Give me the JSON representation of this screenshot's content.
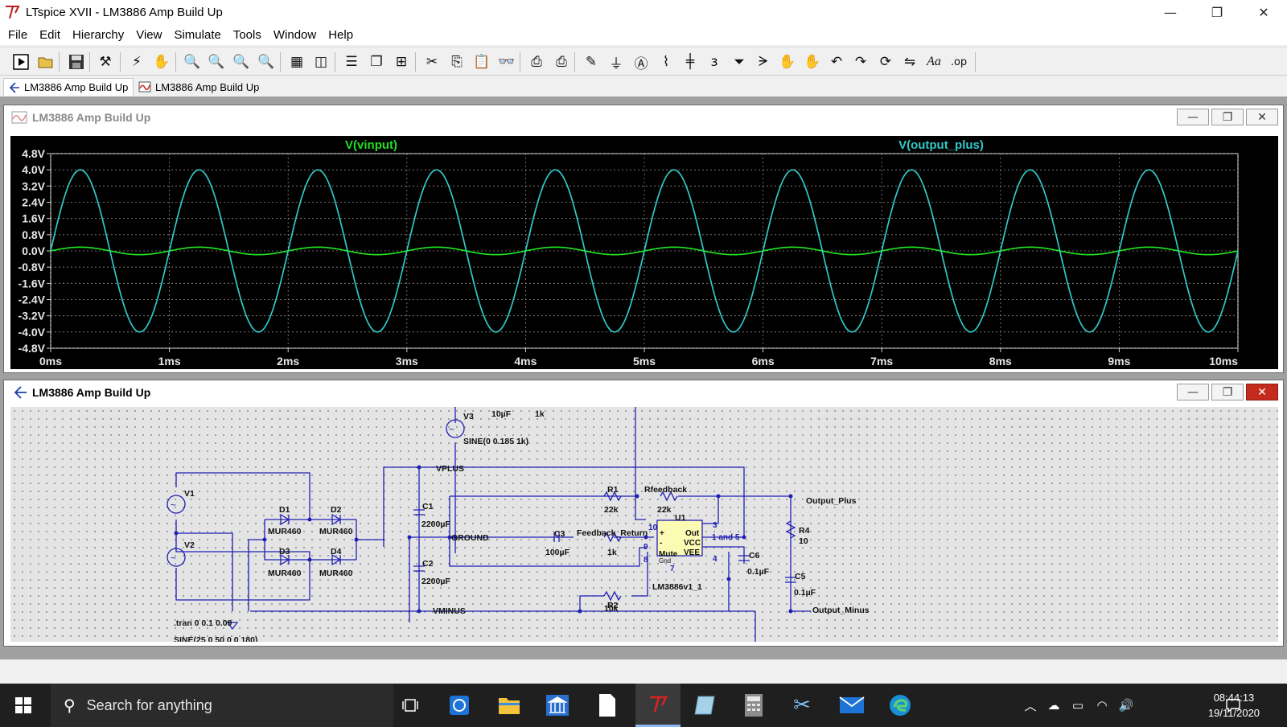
{
  "app": {
    "title": "LTspice XVII - LM3886 Amp Build Up"
  },
  "window_controls": {
    "minimize": "—",
    "restore": "❐",
    "close": "✕"
  },
  "menu": [
    "File",
    "Edit",
    "Hierarchy",
    "View",
    "Simulate",
    "Tools",
    "Window",
    "Help"
  ],
  "toolbar": {
    "icons": [
      "run-icon",
      "open-icon",
      "save-icon",
      "control-panel-icon",
      "run-stop-icon",
      "pan-icon",
      "zoom-in-icon",
      "zoom-area-icon",
      "zoom-out-icon",
      "zoom-fit-icon",
      "autorange-icon",
      "graph-window-icon",
      "tile-horizontal-icon",
      "cascade-icon",
      "tile-icon",
      "cut-icon",
      "copy-icon",
      "paste-icon",
      "find-icon",
      "print-preview-icon",
      "print-icon",
      "draw-wire-icon",
      "ground-icon",
      "label-net-icon",
      "resistor-icon",
      "capacitor-icon",
      "inductor-icon",
      "diode-icon",
      "component-icon",
      "move-icon",
      "drag-icon",
      "undo-icon",
      "redo-icon",
      "rotate-icon",
      "mirror-icon",
      "text-icon",
      "spice-directive-icon"
    ],
    "text_label": "Aa",
    "spice_label": ".op"
  },
  "tabs": [
    {
      "label": "LM3886 Amp Build Up",
      "kind": "schematic",
      "active": true
    },
    {
      "label": "LM3886 Amp Build Up",
      "kind": "waveform",
      "active": false
    }
  ],
  "waveform_window": {
    "title": "LM3886 Amp Build Up",
    "traces": [
      {
        "name": "V(vinput)",
        "color": "#22e022"
      },
      {
        "name": "V(output_plus)",
        "color": "#32c8c8"
      }
    ]
  },
  "chart_data": {
    "type": "line",
    "title": "",
    "xlabel": "",
    "ylabel": "",
    "x_ticks": [
      "0ms",
      "1ms",
      "2ms",
      "3ms",
      "4ms",
      "5ms",
      "6ms",
      "7ms",
      "8ms",
      "9ms",
      "10ms"
    ],
    "y_ticks": [
      "4.8V",
      "4.0V",
      "3.2V",
      "2.4V",
      "1.6V",
      "0.8V",
      "0.0V",
      "-0.8V",
      "-1.6V",
      "-2.4V",
      "-3.2V",
      "-4.0V",
      "-4.8V"
    ],
    "xlim_ms": [
      0,
      10
    ],
    "ylim_V": [
      -4.8,
      4.8
    ],
    "grid": true,
    "legend": "top",
    "background": "#000000",
    "series": [
      {
        "name": "V(vinput)",
        "color": "#22e022",
        "waveform": "sine",
        "amplitude_V": 0.185,
        "offset_V": 0,
        "frequency_kHz": 1,
        "phase_deg": 0
      },
      {
        "name": "V(output_plus)",
        "color": "#32c8c8",
        "waveform": "sine",
        "amplitude_V": 4.0,
        "offset_V": 0,
        "frequency_kHz": 1,
        "phase_deg": 0
      }
    ]
  },
  "schematic_window": {
    "title": "LM3886 Amp Build Up",
    "labels": {
      "v3": "V3",
      "c_in": "10µF",
      "r_in": "1k",
      "v3_source": "SINE(0 0.185 1k)",
      "vplus": "VPLUS",
      "v1": "V1",
      "v2": "V2",
      "d1": "D1",
      "d2": "D2",
      "d3": "D3",
      "d4": "D4",
      "d1_model": "MUR460",
      "d2_model": "MUR460",
      "d3_model": "MUR460",
      "d4_model": "MUR460",
      "c1": "C1",
      "c1_val": "2200µF",
      "c2": "C2",
      "c2_val": "2200µF",
      "ground": "GROUND",
      "vminus": "VMINUS",
      "c3": "C3",
      "c3_val": "100µF",
      "feedback_return": "Feedback_Return",
      "r_fbr": "1k",
      "r1": "R1",
      "r1_val": "22k",
      "rfeedback": "Rfeedback",
      "rfeedback_val": "22k",
      "u1": "U1",
      "u1_model": "LM3886v1_1",
      "u1_out": "Out",
      "u1_vcc": "VCC",
      "u1_vee": "VEE",
      "u1_mute": "Mute",
      "u1_gnd": "Gnd",
      "u1_plus": "+",
      "u1_minus": "-",
      "pin10": "10",
      "pin9": "9",
      "pin8": "8",
      "pin7": "7",
      "pin3": "3",
      "pin4": "4",
      "pin1and5": "1 and 5",
      "r2": "R2",
      "r2_val": "10k",
      "r4": "R4",
      "r4_val": "10",
      "c6": "C6",
      "c6_val": "0.1µF",
      "c5": "C5",
      "c5_val": "0.1µF",
      "output_plus": "Output_Plus",
      "output_minus": "Output_Minus",
      "tran": ".tran 0 0.1 0.09",
      "v1_source": "SINE(25 0 50 0 0 180)"
    }
  },
  "taskbar": {
    "search_placeholder": "Search for anything",
    "time": "08:44:13",
    "date": "19/11/2020",
    "apps": [
      "task-view-icon",
      "refresh-app-icon",
      "file-explorer-icon",
      "bank-icon",
      "document-icon",
      "ltspice-icon",
      "notebook-icon",
      "calculator-icon",
      "snipping-tool-icon",
      "mail-icon",
      "edge-icon"
    ]
  }
}
